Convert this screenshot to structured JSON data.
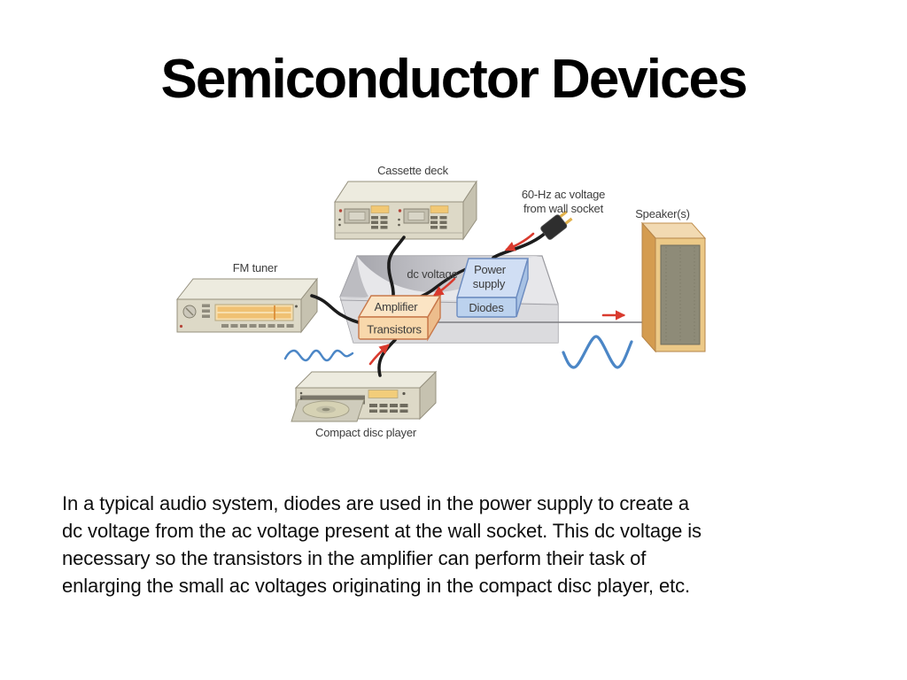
{
  "slide": {
    "title": "Semiconductor Devices",
    "caption_lines": [
      "In a typical audio system, diodes are used in the power supply to create a",
      "dc voltage from the ac voltage present at the wall socket. This dc voltage is",
      "necessary so the transistors in the amplifier can perform their task of",
      "enlarging the small ac voltages originating in the compact disc player, etc."
    ]
  },
  "diagram": {
    "labels": {
      "cassette_deck": "Cassette deck",
      "ac_voltage_line1": "60-Hz ac voltage",
      "ac_voltage_line2": "from wall socket",
      "speakers": "Speaker(s)",
      "fm_tuner": "FM tuner",
      "dc_voltage": "dc voltage",
      "amplifier": "Amplifier",
      "transistors": "Transistors",
      "power_supply_line1": "Power",
      "power_supply_line2": "supply",
      "diodes": "Diodes",
      "compact_disc_player": "Compact disc player"
    },
    "colors": {
      "amplifier_block_top": "#fbe4c4",
      "amplifier_block_front": "#f8d8ab",
      "amplifier_block_side": "#edbd8c",
      "power_block_top": "#d0def4",
      "power_block_front": "#bcd2ee",
      "power_block_side": "#a8c2e4",
      "signal_wave_blue": "#4b86c6",
      "arrow_red": "#d93a2e",
      "cable_black": "#1c1c1c",
      "equipment_beige": "#ddd9c7",
      "speaker_grille": "#8e8b78"
    }
  }
}
